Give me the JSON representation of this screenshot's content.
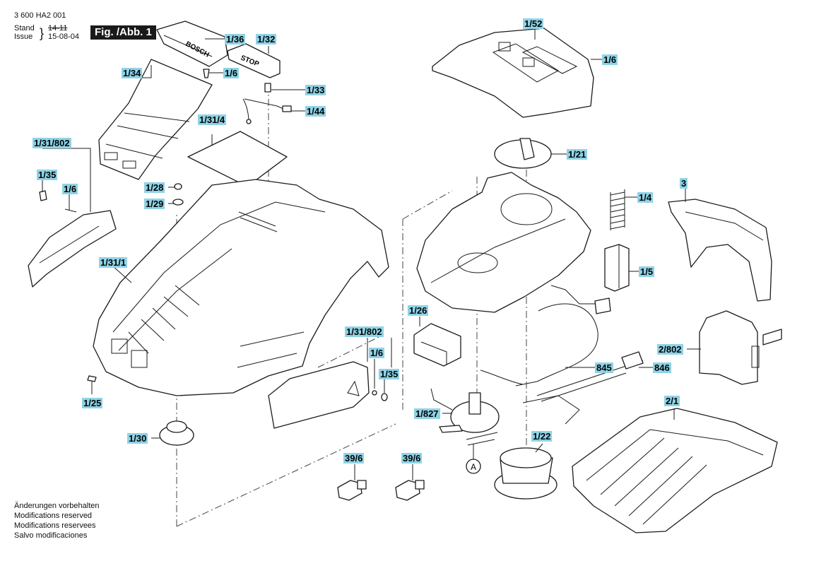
{
  "header": {
    "doc_number": "3 600 HA2 001",
    "stand_label": "Stand",
    "issue_label": "Issue",
    "old_date": "14-11",
    "date": "15-08-04",
    "figure_label": "Fig. /Abb. 1"
  },
  "notes": [
    "Änderungen vorbehalten",
    "Modifications reserved",
    "Modifications reservees",
    "Salvo modificaciones"
  ],
  "labels": {
    "p1_36": "1/36",
    "p1_32": "1/32",
    "p1_6a": "1/6",
    "p1_34": "1/34",
    "p1_33": "1/33",
    "p1_44": "1/44",
    "p1_31_4": "1/31/4",
    "p1_31_802a": "1/31/802",
    "p1_35a": "1/35",
    "p1_6b": "1/6",
    "p1_28": "1/28",
    "p1_29": "1/29",
    "p1_31_1": "1/31/1",
    "p1_52": "1/52",
    "p1_6c": "1/6",
    "p1_21": "1/21",
    "p3": "3",
    "p1_4": "1/4",
    "p1_5": "1/5",
    "p1_26": "1/26",
    "p1_31_802b": "1/31/802",
    "p1_6d": "1/6",
    "p1_35b": "1/35",
    "p2_802": "2/802",
    "p845": "845",
    "p846": "846",
    "p1_25": "1/25",
    "p1_827": "1/827",
    "p1_22": "1/22",
    "p2_1": "2/1",
    "p1_30": "1/30",
    "p39_6a": "39/6",
    "p39_6b": "39/6",
    "ref_a": "A"
  },
  "decals": {
    "bosch": "BOSCH",
    "stop": "STOP"
  }
}
